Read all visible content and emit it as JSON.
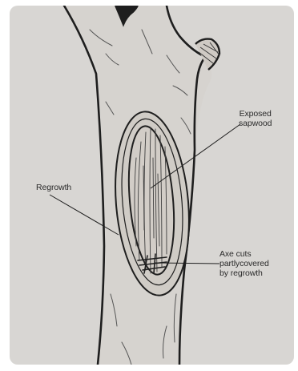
{
  "labels": {
    "exposed_sapwood": "Exposed\nsapwood",
    "regrowth": "Regrowth",
    "axe_cuts": "Axe cuts\npartlycovered\nby regrowth"
  },
  "colors": {
    "panel_background": "#d8d6d3",
    "ink": "#1e1e1e",
    "label_text": "#2b2b2b",
    "wood": "#d2cdc7"
  }
}
